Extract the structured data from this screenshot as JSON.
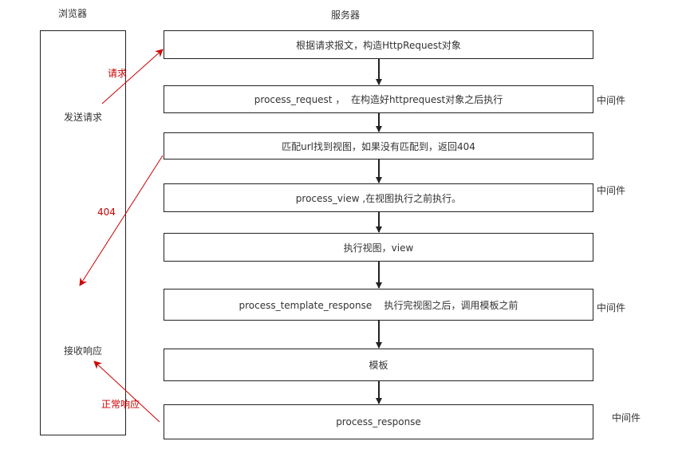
{
  "titles": {
    "browser": "浏览器",
    "server": "服务器"
  },
  "browser": {
    "send": "发送请求",
    "receive": "接收响应"
  },
  "steps": [
    "根据请求报文，构造HttpRequest对象",
    "process_request ，  在构造好httprequest对象之后执行",
    "匹配url找到视图，如果没有匹配到，返回404",
    "process_view ,在视图执行之前执行。",
    "执行视图，view",
    "process_template_response    执行完视图之后，调用模板之前",
    "模板",
    "process_response"
  ],
  "middleware_labels": [
    "中间件",
    "中间件",
    "中间件",
    "中间件"
  ],
  "arrow_labels": {
    "request": "请求",
    "not_found": "404",
    "normal_response": "正常响应"
  },
  "colors": {
    "border": "#222222",
    "annotation": "#cc0000"
  }
}
